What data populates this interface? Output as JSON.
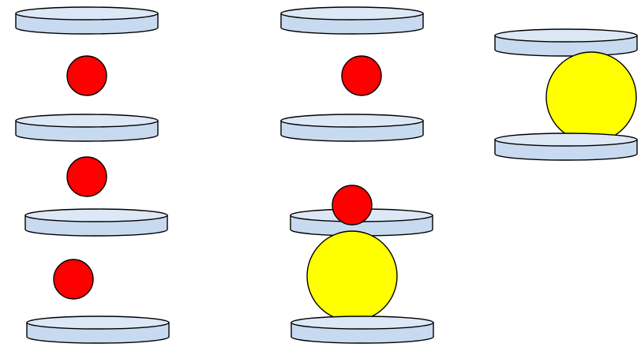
{
  "colors": {
    "background": "#ffffff",
    "disc_top": "#dde8f6",
    "disc_side": "#c8daf0",
    "outline": "#000000",
    "small_ball": "#ff0000",
    "large_ball": "#ffff00"
  },
  "columns": [
    {
      "name": "left-column",
      "sequence": [
        "disc",
        "small-ball",
        "disc",
        "small-ball",
        "disc",
        "small-ball",
        "disc"
      ]
    },
    {
      "name": "middle-column",
      "sequence": [
        "disc",
        "small-ball",
        "disc",
        "small-ball",
        "disc",
        "large-ball",
        "disc"
      ]
    },
    {
      "name": "right-column",
      "sequence": [
        "disc",
        "large-ball",
        "disc"
      ]
    }
  ]
}
